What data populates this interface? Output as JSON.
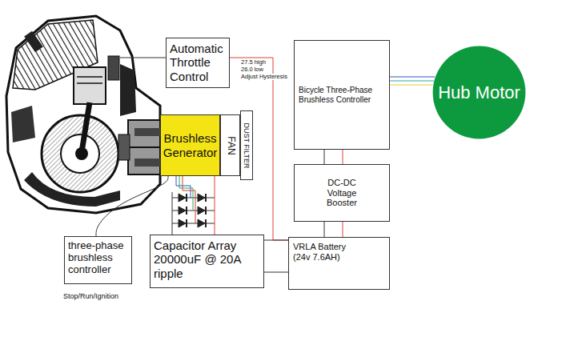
{
  "diagram": {
    "nodes": [
      {
        "text": [
          "Automatic Throttle Control"
        ]
      },
      {
        "text": [
          "Brushless Generator"
        ]
      },
      {
        "text": [
          "FAN"
        ]
      },
      {
        "text": [
          "DUST FILTER"
        ]
      },
      {
        "text": [
          "three-phase brushless controller"
        ]
      },
      {
        "text": [
          "Capacitor Array 20000uF @ 20A ripple"
        ]
      },
      {
        "text": [
          "Bicycle Three-Phase Brushless Controller"
        ]
      },
      {
        "text": [
          "DC-DC Voltage Booster"
        ]
      },
      {
        "text": [
          "VRLA Battery (24v 7.6AH)"
        ]
      },
      {
        "text": [
          "Hub Motor"
        ]
      }
    ],
    "edges": [
      {
        "from": 0,
        "to": 8,
        "arrow": "none"
      },
      {
        "from": 1,
        "to": 5,
        "arrow": "none"
      },
      {
        "from": 1,
        "to": 4,
        "arrow": "none"
      },
      {
        "from": 5,
        "to": 8,
        "arrow": "none"
      },
      {
        "from": 8,
        "to": 7,
        "arrow": "none"
      },
      {
        "from": 7,
        "to": 6,
        "arrow": "none"
      },
      {
        "from": 6,
        "to": 9,
        "arrow": "none"
      }
    ],
    "labels": [
      "27.5 high",
      "26.0 low",
      "Adjust Hysteresis",
      "Stop/Run/Ignition"
    ]
  }
}
